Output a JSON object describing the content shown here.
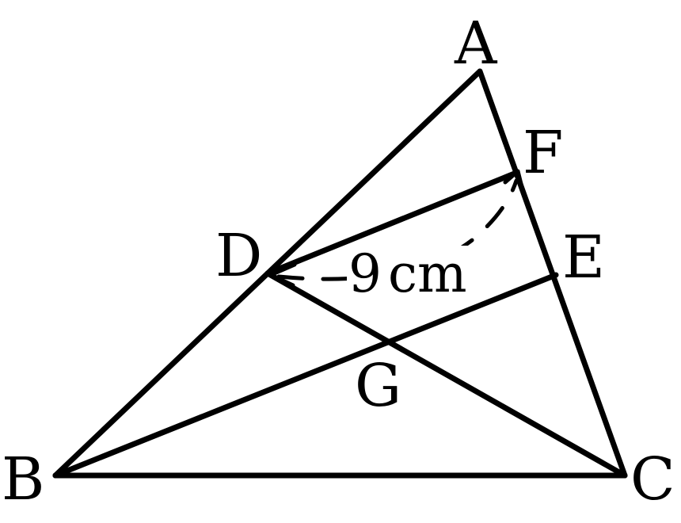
{
  "points": {
    "A": "A",
    "B": "B",
    "C": "C",
    "D": "D",
    "E": "E",
    "F": "F",
    "G": "G"
  },
  "measurement": {
    "value": "9",
    "unit": "cm"
  }
}
